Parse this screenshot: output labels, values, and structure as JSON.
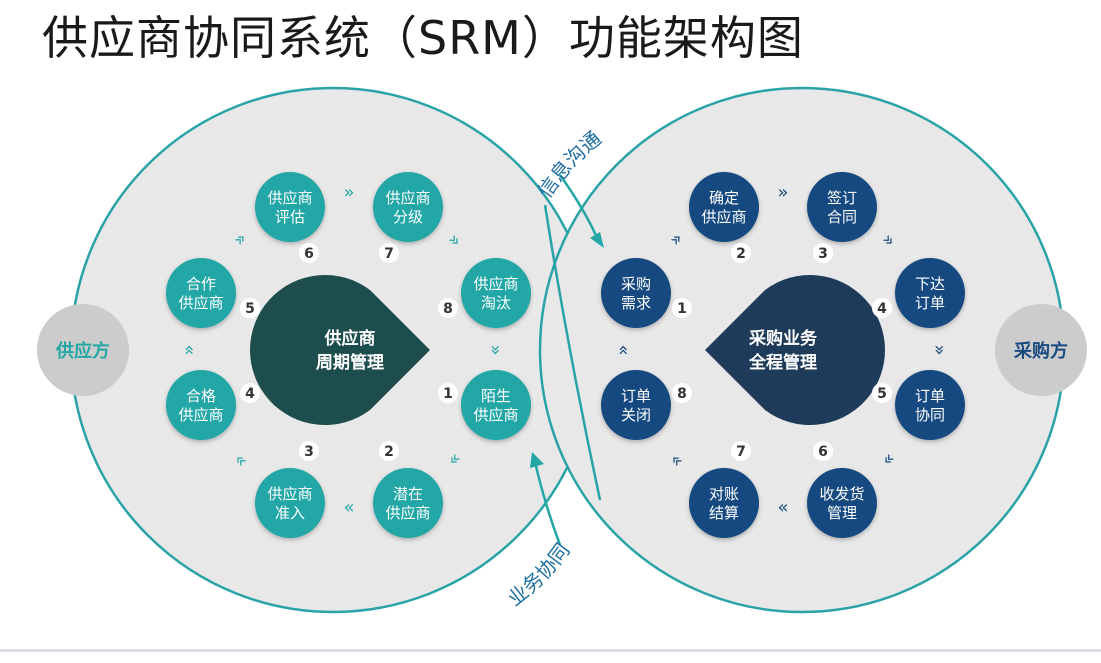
{
  "title": "供应商协同系统（SRM）功能架构图",
  "colors": {
    "teal": "#23a6a6",
    "navy": "#184a80",
    "dark_teal": "#1d4d4d",
    "dark_navy": "#1f3b5a",
    "side_grey": "#cccccc",
    "side_text_teal": "#23a6a6",
    "side_text_navy": "#184a80",
    "loop_fill": "#e8e8e8",
    "loop_stroke": "#2aa3a8",
    "badge_text": "#333333"
  },
  "left_party": {
    "label": "供应方"
  },
  "right_party": {
    "label": "采购方"
  },
  "arrow_labels": {
    "top": "信息沟通",
    "bottom": "业务协同"
  },
  "left_loop": {
    "center_lines": [
      "供应商",
      "周期管理"
    ],
    "nodes": [
      {
        "num": "1",
        "lines": [
          "陌生",
          "供应商"
        ]
      },
      {
        "num": "2",
        "lines": [
          "潜在",
          "供应商"
        ]
      },
      {
        "num": "3",
        "lines": [
          "供应商",
          "准入"
        ]
      },
      {
        "num": "4",
        "lines": [
          "合格",
          "供应商"
        ]
      },
      {
        "num": "5",
        "lines": [
          "合作",
          "供应商"
        ]
      },
      {
        "num": "6",
        "lines": [
          "供应商",
          "评估"
        ]
      },
      {
        "num": "7",
        "lines": [
          "供应商",
          "分级"
        ]
      },
      {
        "num": "8",
        "lines": [
          "供应商",
          "淘汰"
        ]
      }
    ]
  },
  "right_loop": {
    "center_lines": [
      "采购业务",
      "全程管理"
    ],
    "nodes": [
      {
        "num": "1",
        "lines": [
          "采购",
          "需求"
        ]
      },
      {
        "num": "2",
        "lines": [
          "确定",
          "供应商"
        ]
      },
      {
        "num": "3",
        "lines": [
          "签订",
          "合同"
        ]
      },
      {
        "num": "4",
        "lines": [
          "下达",
          "订单"
        ]
      },
      {
        "num": "5",
        "lines": [
          "订单",
          "协同"
        ]
      },
      {
        "num": "6",
        "lines": [
          "收发货",
          "管理"
        ]
      },
      {
        "num": "7",
        "lines": [
          "对账",
          "结算"
        ]
      },
      {
        "num": "8",
        "lines": [
          "订单",
          "关闭"
        ]
      }
    ]
  }
}
